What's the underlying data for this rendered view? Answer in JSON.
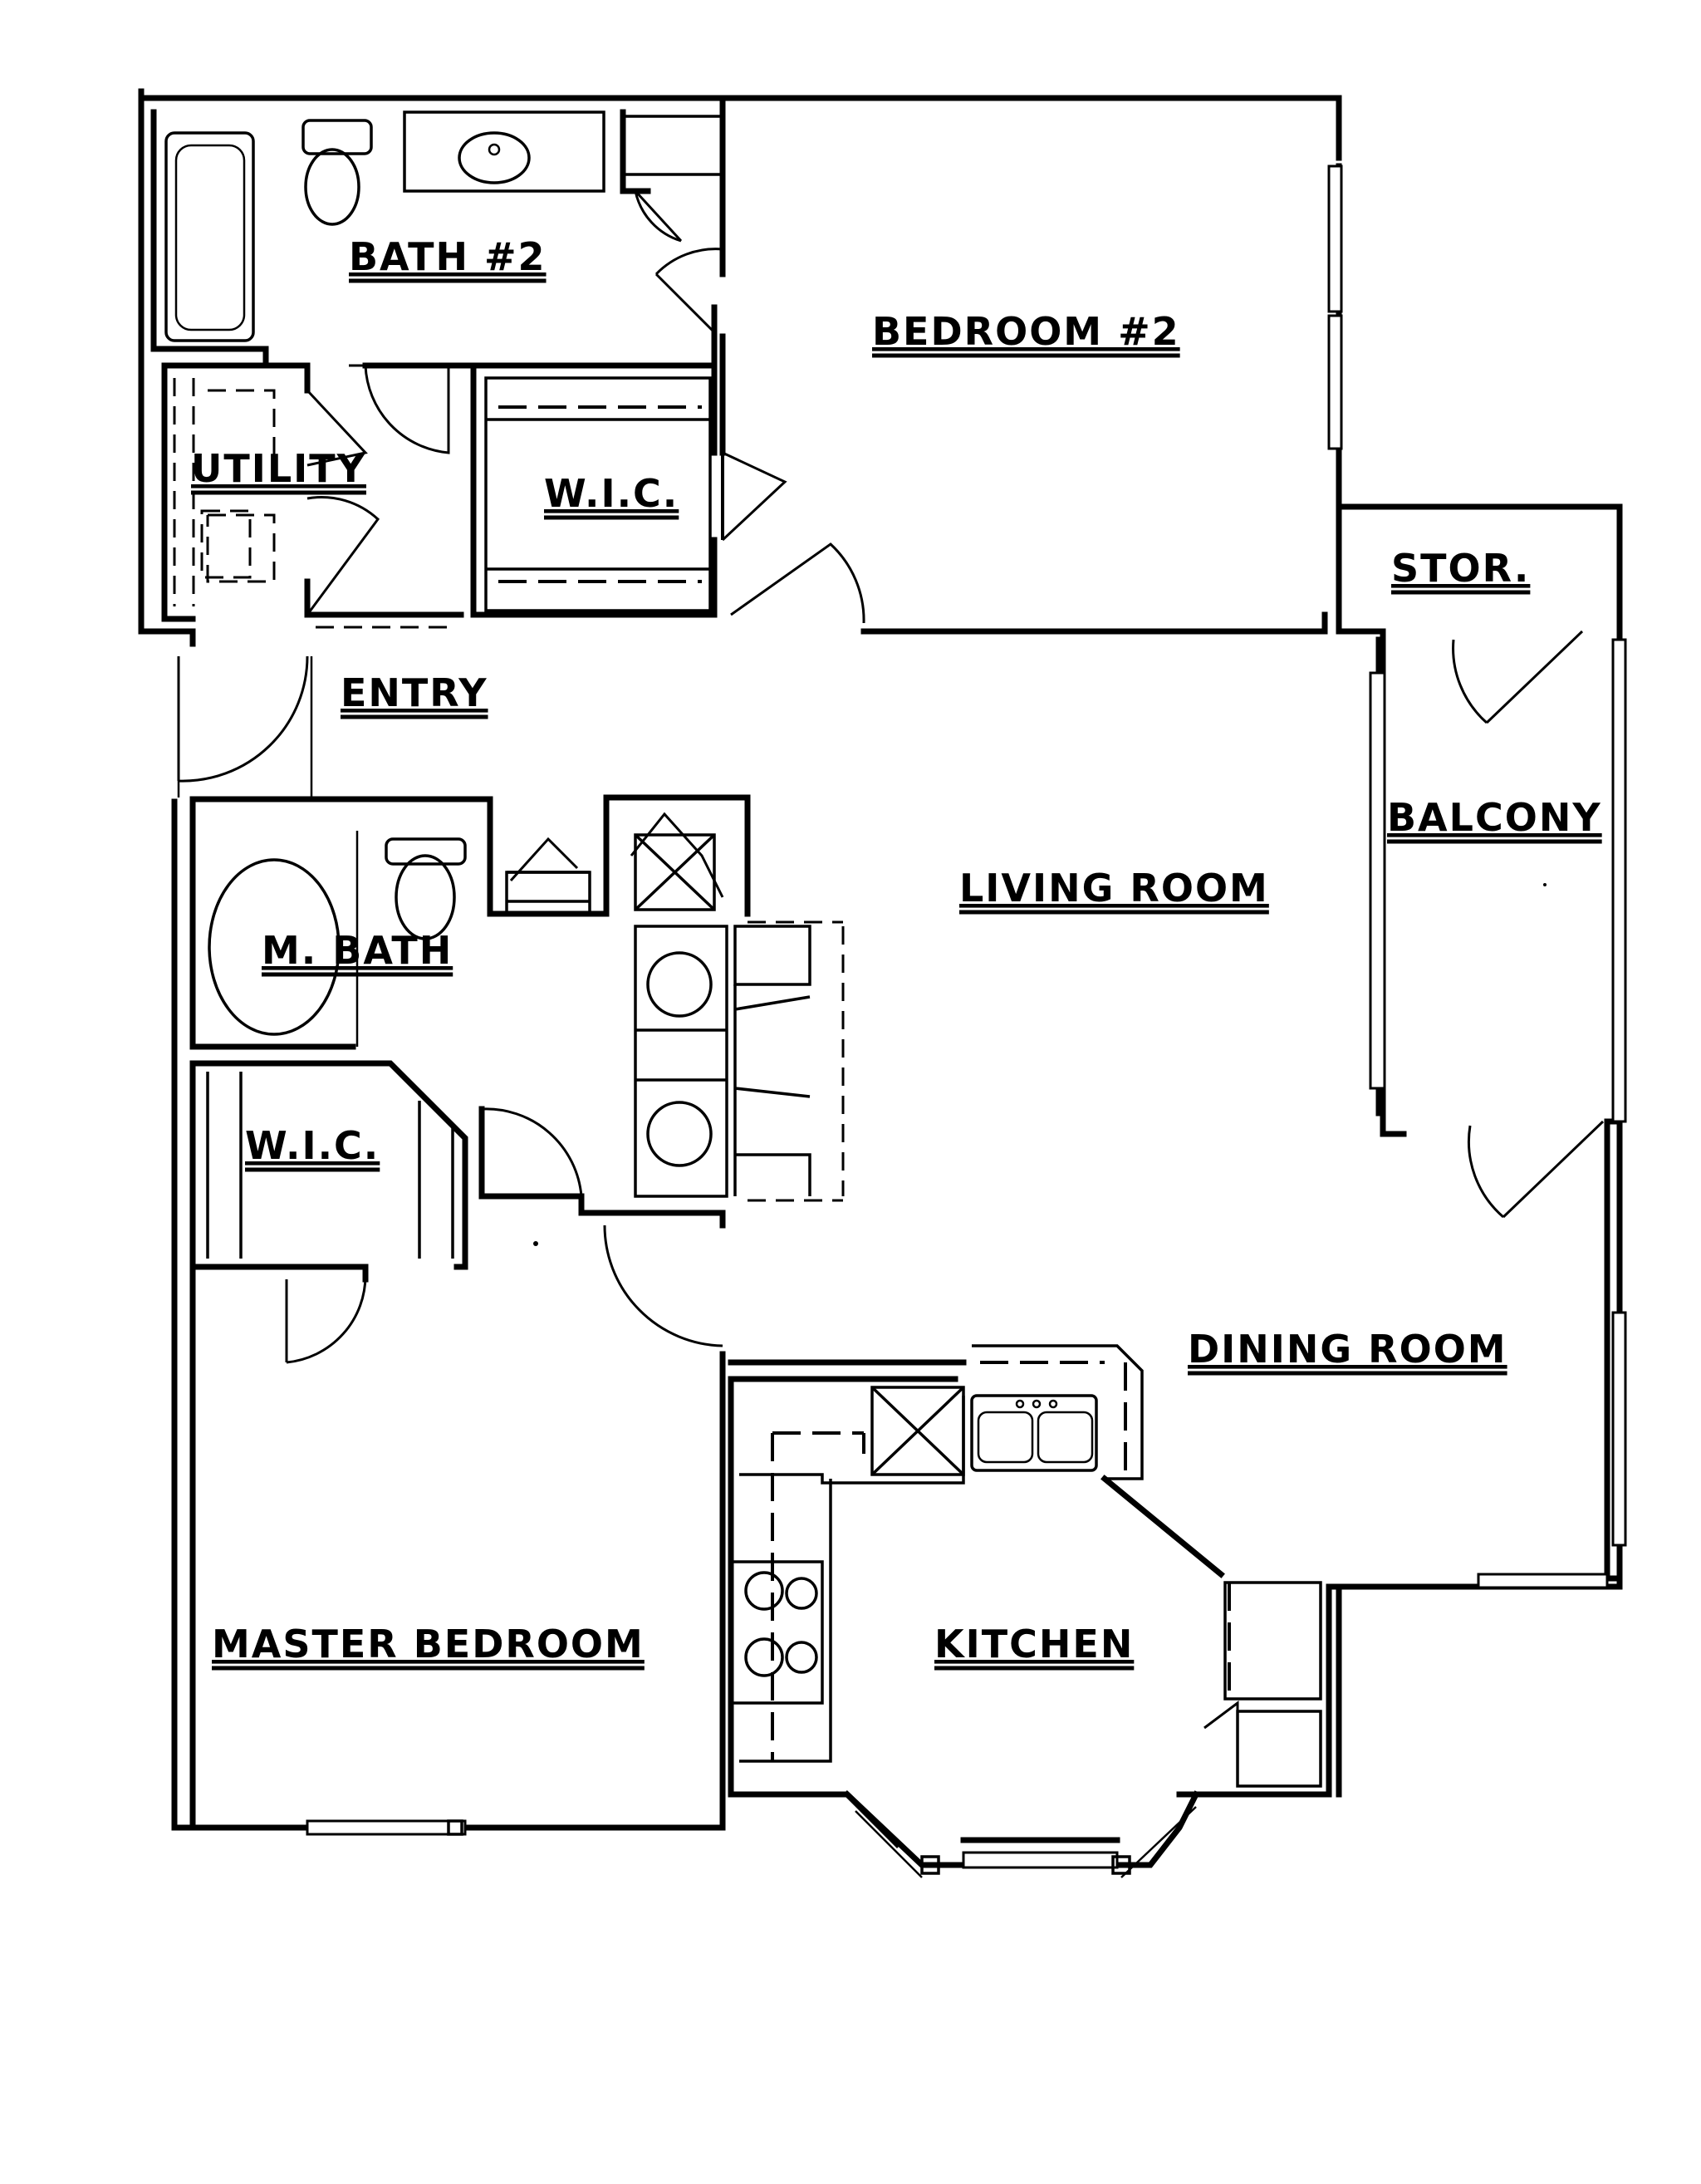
{
  "rooms": {
    "bath2": "BATH #2",
    "bedroom2": "BEDROOM #2",
    "utility": "UTILITY",
    "wic_upper": "W.I.C.",
    "stor": "STOR.",
    "entry": "ENTRY",
    "balcony": "BALCONY",
    "living_room": "LIVING ROOM",
    "m_bath": "M. BATH",
    "wic_lower": "W.I.C.",
    "dining_room": "DINING ROOM",
    "master_bedroom": "MASTER BEDROOM",
    "kitchen": "KITCHEN"
  }
}
